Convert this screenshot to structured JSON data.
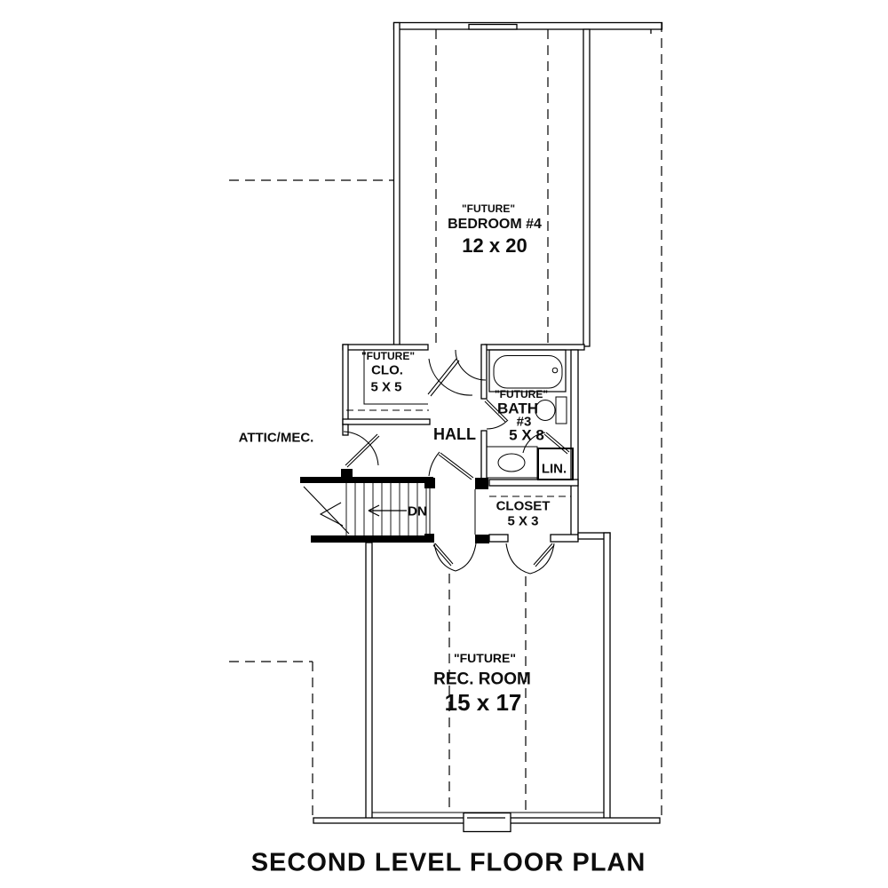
{
  "title": "SECOND LEVEL FLOOR PLAN",
  "rooms": {
    "bedroom": {
      "qualifier": "\"FUTURE\"",
      "name": "BEDROOM #4",
      "dims": "12 x 20"
    },
    "future_closet": {
      "qualifier": "\"FUTURE\"",
      "name": "CLO.",
      "dims": "5 X 5"
    },
    "bath": {
      "qualifier": "\"FUTURE\"",
      "name": "BATH",
      "number": "#3",
      "dims": "5 X 8"
    },
    "attic": {
      "name": "ATTIC/MEC."
    },
    "hall": {
      "name": "HALL"
    },
    "linen": {
      "name": "LIN."
    },
    "closet": {
      "name": "CLOSET",
      "dims": "5 X 3"
    },
    "rec_room": {
      "qualifier": "\"FUTURE\"",
      "name": "REC. ROOM",
      "dims": "15 x 17"
    },
    "stairs": {
      "direction_label": "DN"
    }
  },
  "colors": {
    "line": "#000000",
    "background": "#ffffff"
  }
}
